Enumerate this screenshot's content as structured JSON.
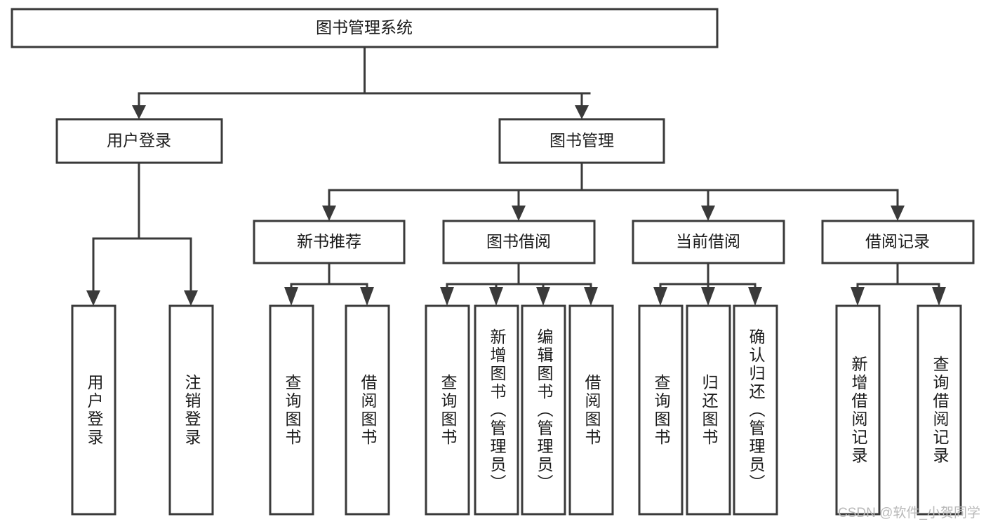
{
  "diagram": {
    "title": "图书管理系统",
    "watermark": "CSDN @软件_小贺同学",
    "levels": {
      "root": {
        "label": "图书管理系统"
      },
      "level2": [
        {
          "label": "用户登录"
        },
        {
          "label": "图书管理"
        }
      ],
      "level3": [
        {
          "label": "新书推荐"
        },
        {
          "label": "图书借阅"
        },
        {
          "label": "当前借阅"
        },
        {
          "label": "借阅记录"
        }
      ],
      "leaves": {
        "user_login": [
          {
            "label": "用户登录"
          },
          {
            "label": "注销登录"
          }
        ],
        "new_book_recommend": [
          {
            "label": "查询图书"
          },
          {
            "label": "借阅图书"
          }
        ],
        "book_borrow": [
          {
            "label": "查询图书"
          },
          {
            "label": "新增图书（管理员）"
          },
          {
            "label": "编辑图书（管理员）"
          },
          {
            "label": "借阅图书"
          }
        ],
        "current_borrow": [
          {
            "label": "查询图书"
          },
          {
            "label": "归还图书"
          },
          {
            "label": "确认归还（管理员）"
          }
        ],
        "borrow_record": [
          {
            "label": "新增借阅记录"
          },
          {
            "label": "查询借阅记录"
          }
        ]
      }
    },
    "colors": {
      "stroke": "#3a3a3a",
      "fill": "#ffffff",
      "text": "#1a1a1a",
      "watermark": "#b9b9b9"
    }
  }
}
